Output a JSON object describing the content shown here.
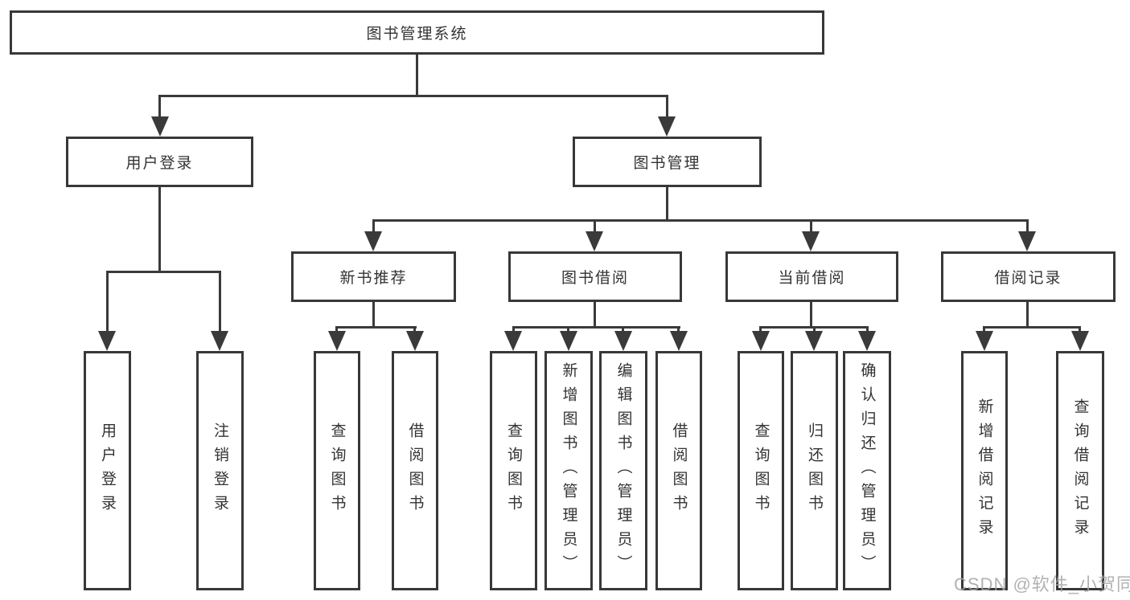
{
  "tree": {
    "root": "图书管理系统",
    "children": [
      {
        "label": "用户登录",
        "children": [
          "用户登录",
          "注销登录"
        ]
      },
      {
        "label": "图书管理",
        "children": [
          {
            "label": "新书推荐",
            "children": [
              "查询图书",
              "借阅图书"
            ]
          },
          {
            "label": "图书借阅",
            "children": [
              "查询图书",
              "新增图书（管理员）",
              "编辑图书（管理员）",
              "借阅图书"
            ]
          },
          {
            "label": "当前借阅",
            "children": [
              "查询图书",
              "归还图书",
              "确认归还（管理员）"
            ]
          },
          {
            "label": "借阅记录",
            "children": [
              "新增借阅记录",
              "查询借阅记录"
            ]
          }
        ]
      }
    ]
  },
  "watermark": {
    "text": "CSDN @软件_小贺同学"
  },
  "colors": {
    "line": "#3a3a3a",
    "box_border": "#383838",
    "text": "#333333",
    "watermark_text": "#a4a4a4",
    "background": "#ffffff"
  }
}
